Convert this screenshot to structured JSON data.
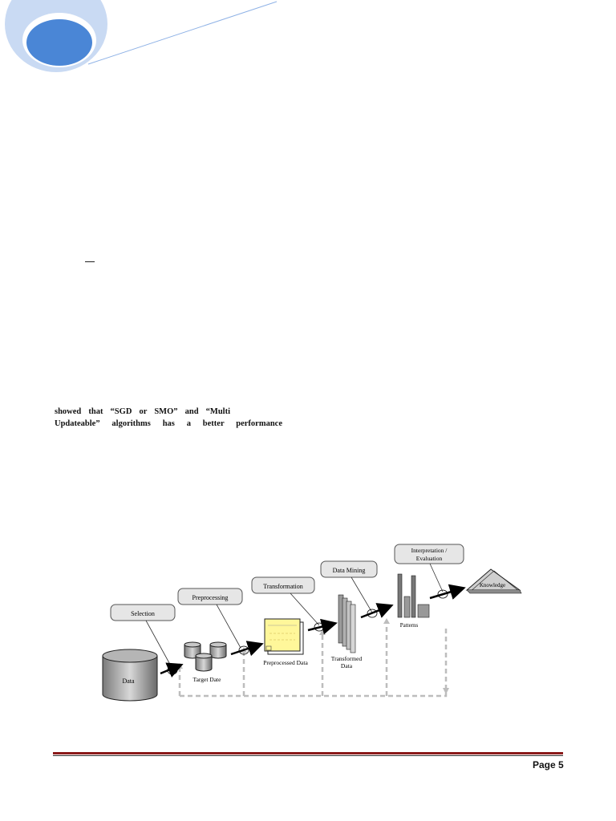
{
  "page": {
    "paragraph": {
      "line1": "showed that “SGD or SMO” and “Multi",
      "line2": "Updateable” algorithms has a better performance"
    },
    "figure": {
      "stages": [
        "Selection",
        "Preprocessing",
        "Transformation",
        "Data Mining",
        "Interpretation / Evaluation"
      ],
      "nodes": [
        "Data",
        "Target Date",
        "Preprocessed Data",
        "Transformed Data",
        "Patterns",
        "Knowledge"
      ]
    },
    "footer": {
      "page_label": "Page 5"
    },
    "colors": {
      "corner_blue": "#4a86d6",
      "corner_light": "#c9daf3",
      "footer_rule": "#8b1a1a",
      "note_yellow": "#fff79a"
    }
  }
}
